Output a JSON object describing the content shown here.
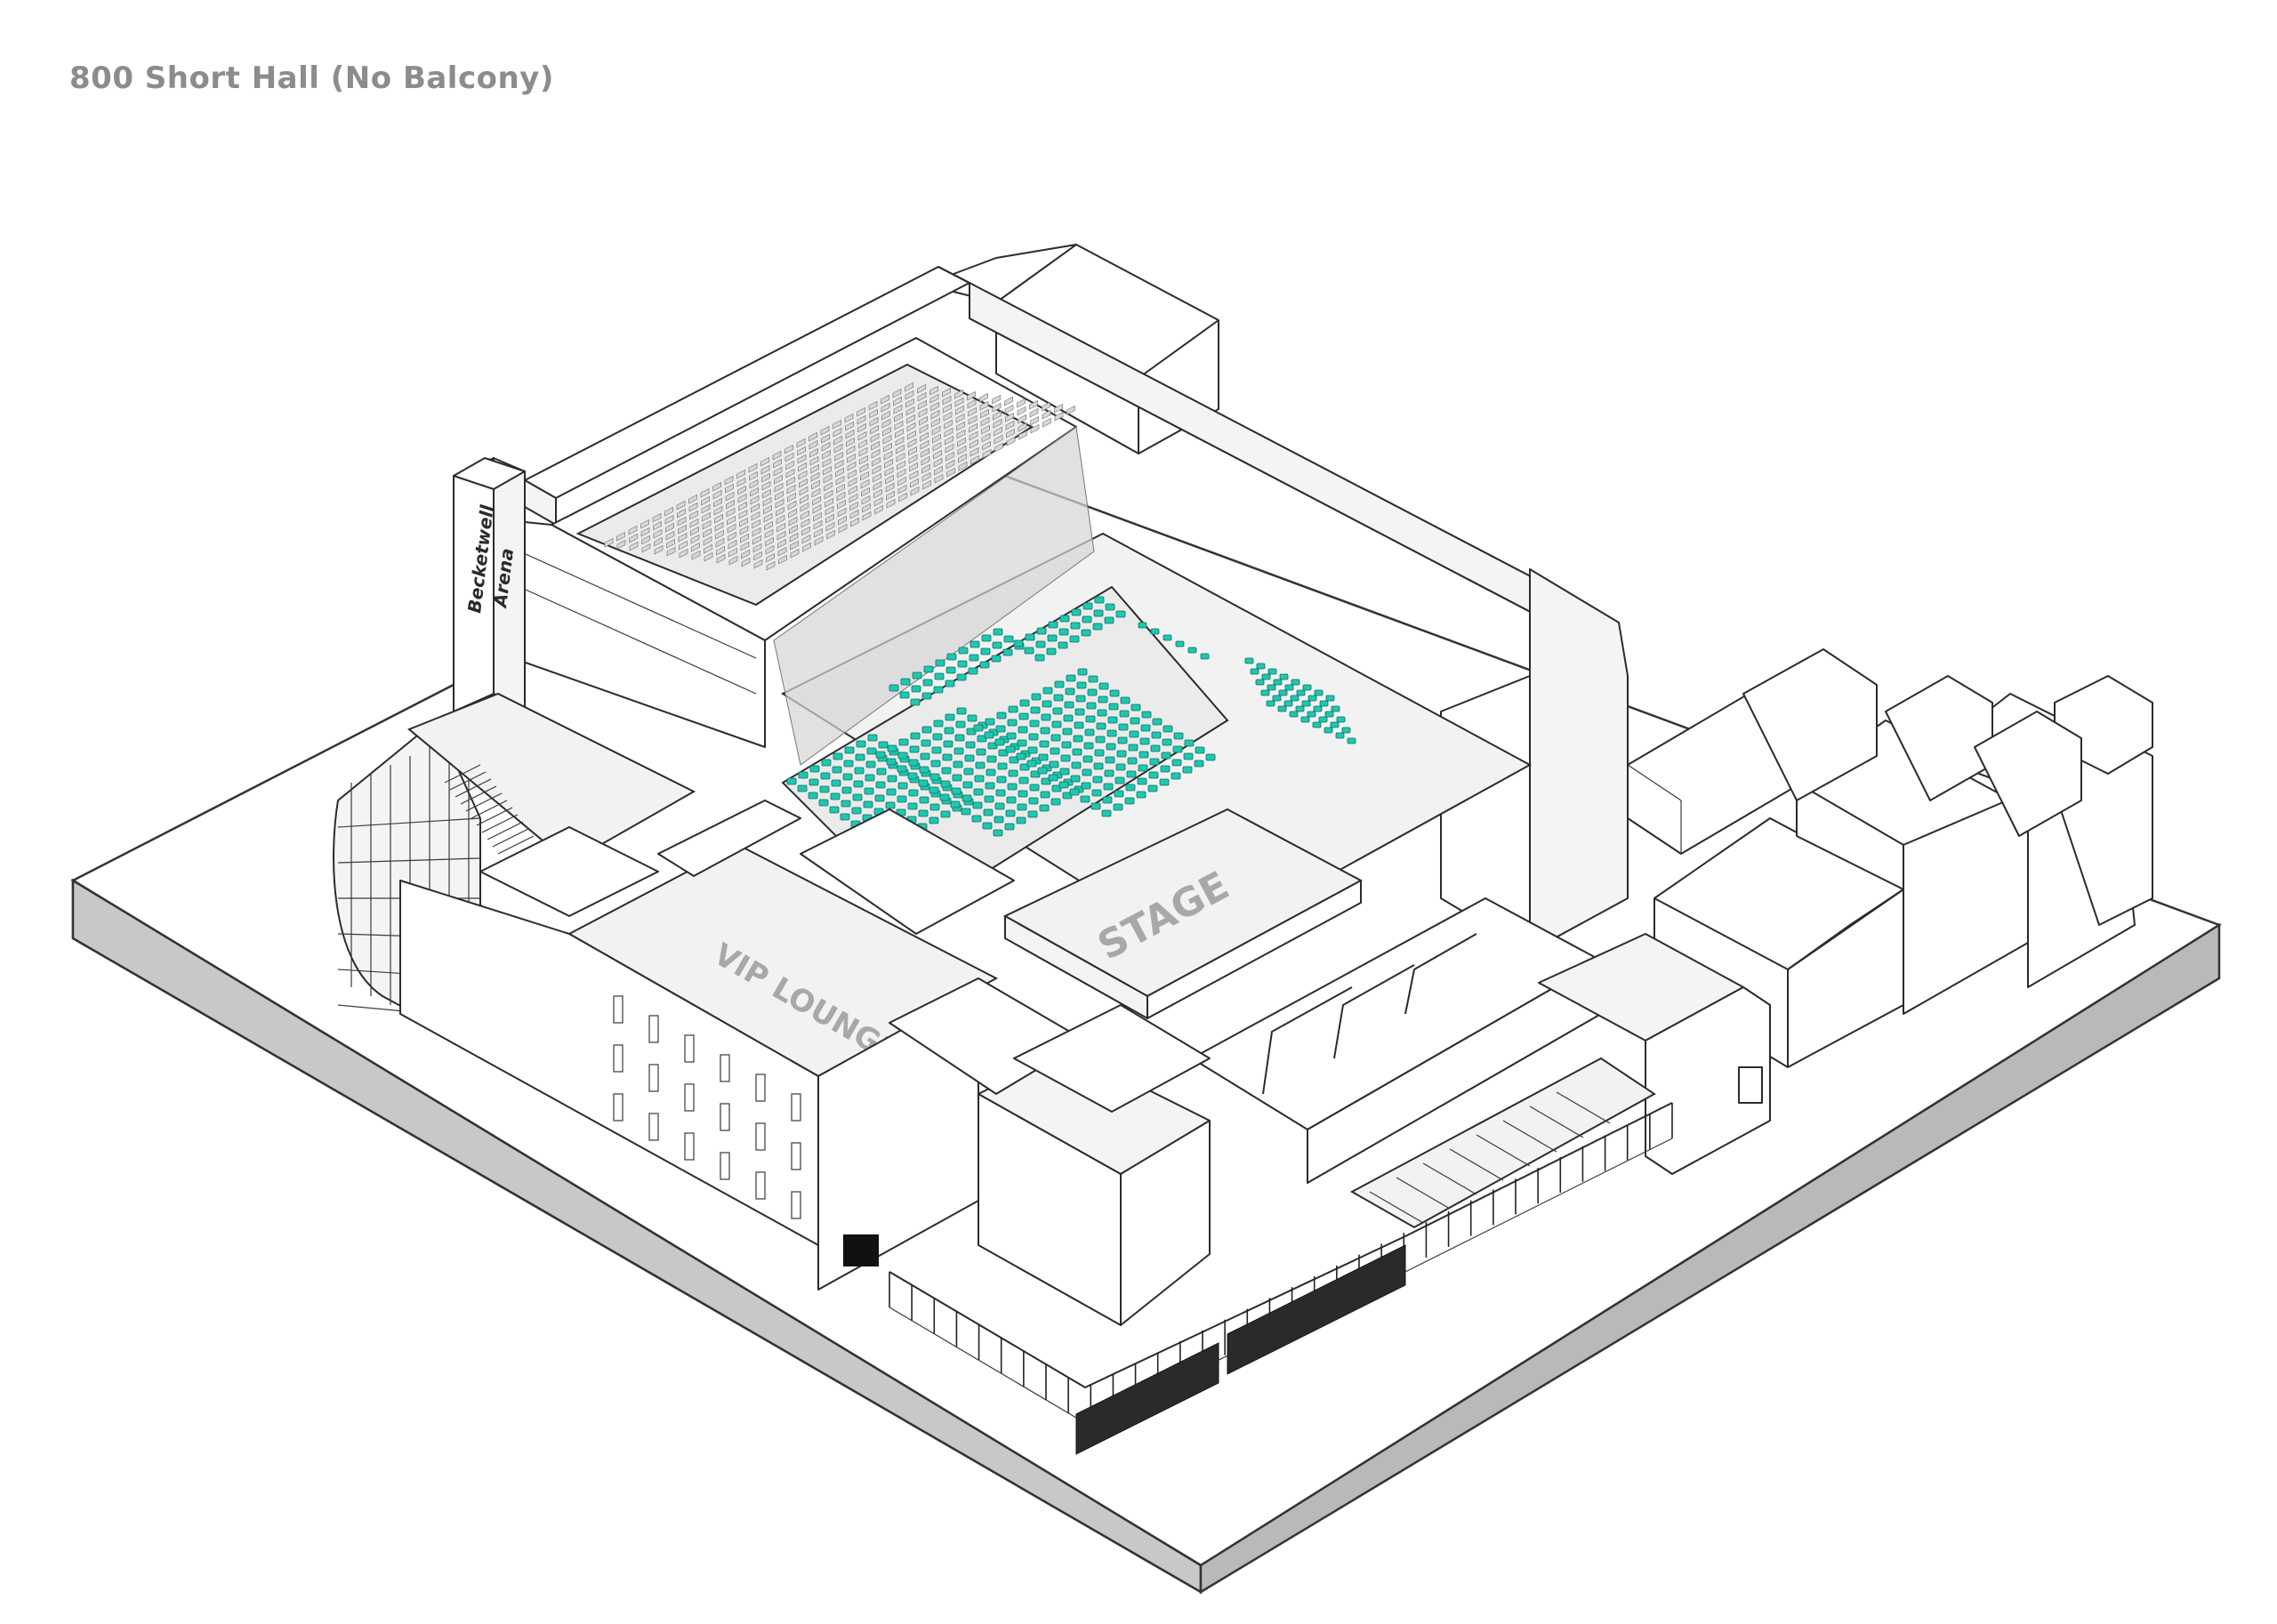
{
  "title": "800 Short Hall (No Balcony)",
  "labels": {
    "stage": "STAGE",
    "vip_lounge": "VIP LOUNGE",
    "tower_line1": "Becketwell",
    "tower_line2": "Arena"
  },
  "colors": {
    "title": "#8c8c8c",
    "active_seating": "#1fc7b0",
    "inactive_seating": "#d8d8d8",
    "linework": "#2b2b2b",
    "base_side": "#c8c8c8",
    "room_label": "#a8a8a8"
  }
}
